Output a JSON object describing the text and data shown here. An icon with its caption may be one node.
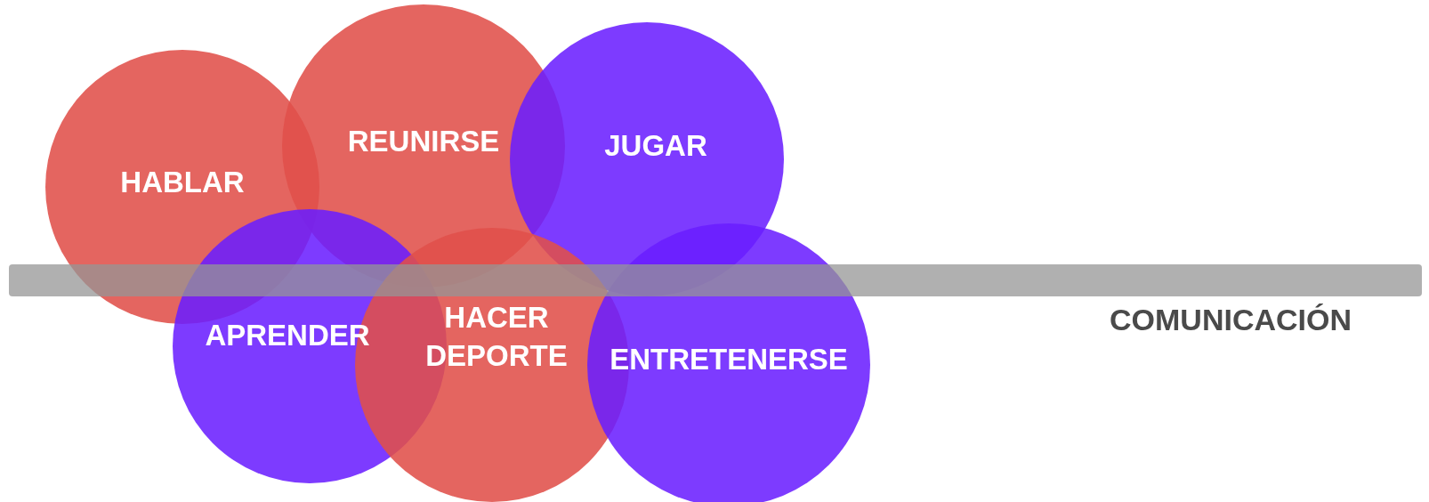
{
  "diagram": {
    "nodes": [
      {
        "text": [
          "HABLAR"
        ]
      },
      {
        "text": [
          "REUNIRSE"
        ]
      },
      {
        "text": [
          "JUGAR"
        ]
      },
      {
        "text": [
          "APRENDER"
        ]
      },
      {
        "text": [
          "HACER DEPORTE"
        ]
      },
      {
        "text": [
          "ENTRETENERSE"
        ]
      },
      {
        "text": [
          "COMUNICACIÓN"
        ]
      }
    ]
  }
}
